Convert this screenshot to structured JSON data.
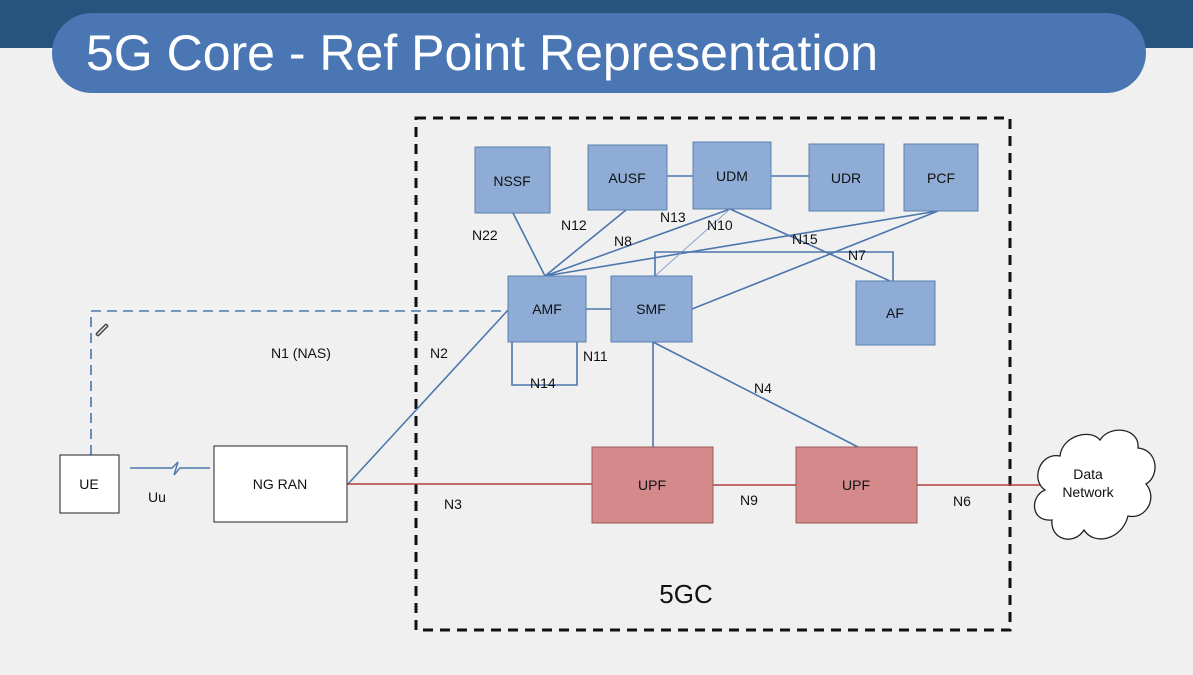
{
  "title": "5G Core - Ref Point Representation",
  "core_label": "5GC",
  "nodes": {
    "nssf": "NSSF",
    "ausf": "AUSF",
    "udm": "UDM",
    "udr": "UDR",
    "pcf": "PCF",
    "amf": "AMF",
    "smf": "SMF",
    "af": "AF",
    "upf1": "UPF",
    "upf2": "UPF",
    "ue": "UE",
    "ngran": "NG RAN",
    "dn_line1": "Data",
    "dn_line2": "Network"
  },
  "ref_points": {
    "n1": "N1 (NAS)",
    "n2": "N2",
    "n3": "N3",
    "n4": "N4",
    "n6": "N6",
    "n7": "N7",
    "n8": "N8",
    "n9": "N9",
    "n10": "N10",
    "n11": "N11",
    "n12": "N12",
    "n13": "N13",
    "n14": "N14",
    "n15": "N15",
    "n22": "N22",
    "uu": "Uu"
  },
  "colors": {
    "title_bar": "#4a77b4",
    "top_band": "#27537f",
    "control_nf": "#8eacd6",
    "user_plane_nf": "#d48a8a",
    "control_link": "#4c76ad",
    "user_link": "#b04040"
  },
  "icons": [
    "pencil-icon",
    "radio-link-icon",
    "cloud-icon"
  ]
}
